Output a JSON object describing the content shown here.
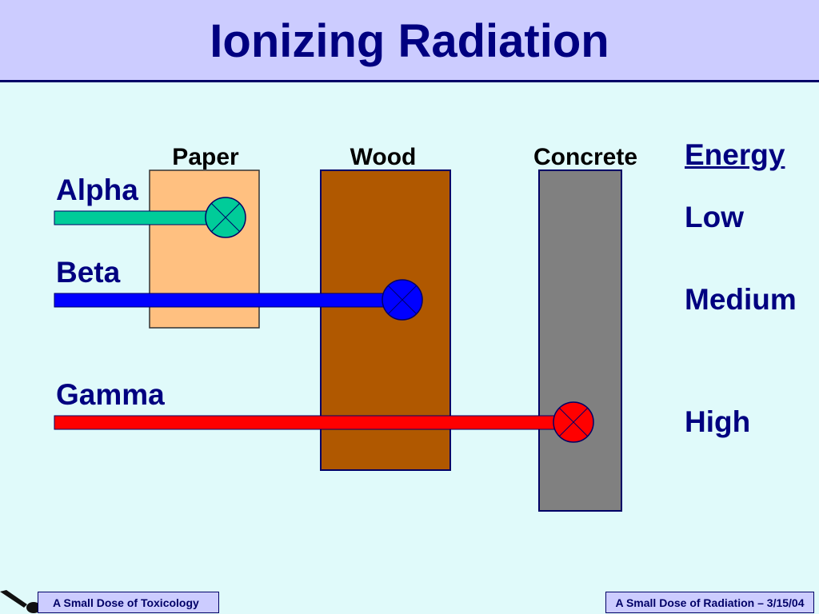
{
  "title": "Ionizing Radiation",
  "materials": {
    "paper": "Paper",
    "wood": "Wood",
    "concrete": "Concrete"
  },
  "radiation": {
    "alpha": "Alpha",
    "beta": "Beta",
    "gamma": "Gamma"
  },
  "energy": {
    "heading": "Energy",
    "low": "Low",
    "medium": "Medium",
    "high": "High"
  },
  "colors": {
    "paper": "#ffc080",
    "wood": "#b05800",
    "concrete": "#808080",
    "alpha": "#00cc99",
    "beta": "#0000ff",
    "gamma": "#ff0000"
  },
  "footer": {
    "left": "A Small Dose of Toxicology",
    "right": "A Small Dose of Radiation – 3/15/04"
  }
}
